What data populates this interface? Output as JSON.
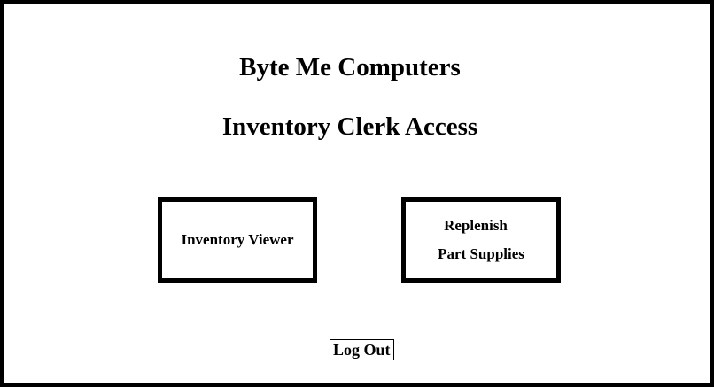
{
  "header": {
    "company_name": "Byte Me Computers",
    "role_title": "Inventory Clerk Access"
  },
  "actions": {
    "inventory_viewer": {
      "label": "Inventory Viewer"
    },
    "replenish": {
      "label_line_1": "Replenish",
      "label_line_2": "Part Supplies"
    },
    "logout": {
      "label": "Log Out"
    }
  },
  "colors": {
    "border": "#000000",
    "background": "#ffffff",
    "text": "#000000"
  }
}
